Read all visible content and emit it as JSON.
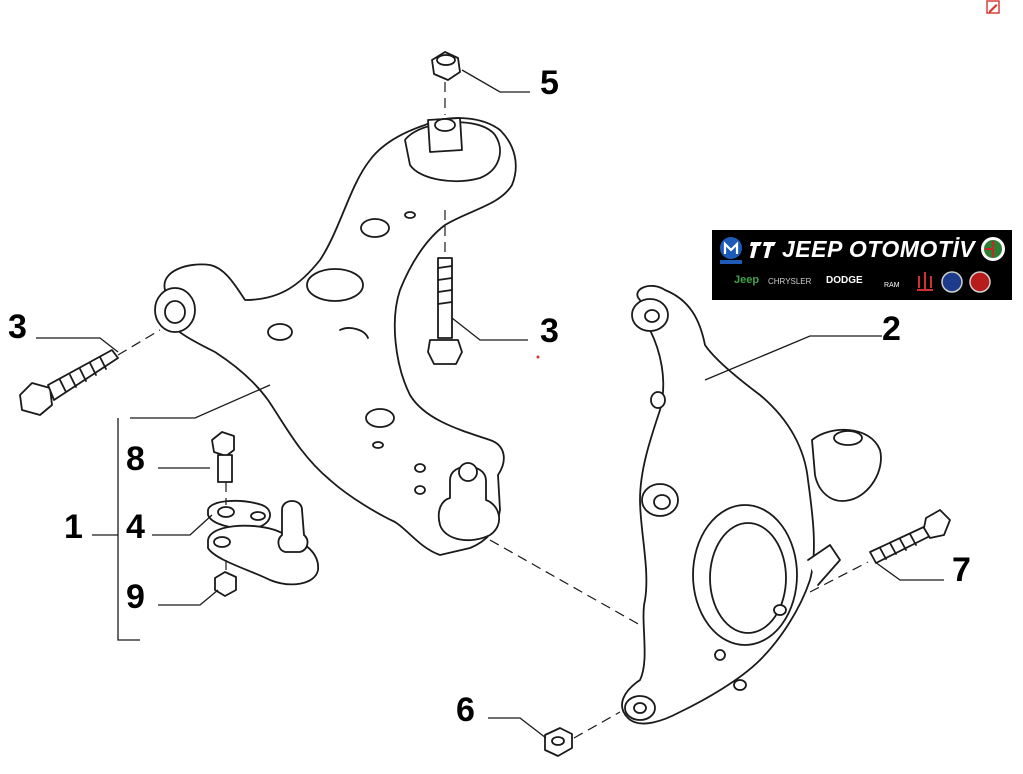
{
  "callouts": {
    "c1": "1",
    "c2": "2",
    "c3a": "3",
    "c3b": "3",
    "c4": "4",
    "c5": "5",
    "c6": "6",
    "c7": "7",
    "c8": "8",
    "c9": "9"
  },
  "badge": {
    "title": "JEEP OTOMOTİV",
    "brands": [
      "Jeep",
      "CHRYSLER",
      "DODGE",
      "RAM"
    ]
  },
  "colors": {
    "line": "#1a1a1a",
    "accent": "#d9342b",
    "badge_bg": "#000000"
  },
  "icons": [
    "edit-icon",
    "mopar-logo-icon",
    "alfa-romeo-logo-icon",
    "tt-logo-icon",
    "maserati-logo-icon",
    "lancia-logo-icon",
    "fiat-logo-icon"
  ]
}
